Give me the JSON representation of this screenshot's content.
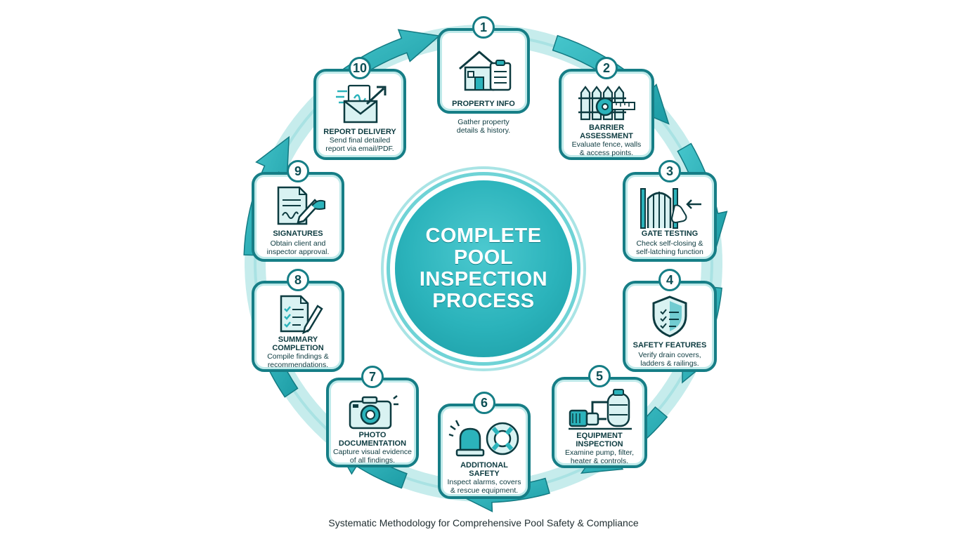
{
  "center": {
    "title": "COMPLETE\nPOOL\nINSPECTION\nPROCESS"
  },
  "steps": [
    {
      "number": "1",
      "title": "PROPERTY INFO",
      "description": "Gather property\ndetails & history.",
      "icon": "house-clipboard-icon"
    },
    {
      "number": "2",
      "title": "BARRIER\nASSESSMENT",
      "description": "Evaluate fence, walls\n& access points.",
      "icon": "fence-tape-measure-icon"
    },
    {
      "number": "3",
      "title": "GATE TESTING",
      "description": "Check self-closing &\nself-latching function",
      "icon": "gate-latch-icon"
    },
    {
      "number": "4",
      "title": "SAFETY FEATURES",
      "description": "Verify drain covers,\nladders & railings.",
      "icon": "shield-checklist-icon"
    },
    {
      "number": "5",
      "title": "EQUIPMENT\nINSPECTION",
      "description": "Examine pump, filter,\nheater & controls.",
      "icon": "pool-pump-filter-icon"
    },
    {
      "number": "6",
      "title": "ADDITIONAL\nSAFETY",
      "description": "Inspect alarms, covers\n& rescue equipment.",
      "icon": "alarm-lifebuoy-icon"
    },
    {
      "number": "7",
      "title": "PHOTO\nDOCUMENTATION",
      "description": "Capture visual evidence\nof all findings.",
      "icon": "camera-icon"
    },
    {
      "number": "8",
      "title": "SUMMARY\nCOMPLETION",
      "description": "Compile findings &\nrecommendations.",
      "icon": "checklist-pen-icon"
    },
    {
      "number": "9",
      "title": "SIGNATURES",
      "description": "Obtain client and\ninspector approval.",
      "icon": "document-signature-icon"
    },
    {
      "number": "10",
      "title": "REPORT DELIVERY",
      "description": "Send final detailed\nreport via email/PDF.",
      "icon": "email-pdf-icon"
    }
  ],
  "caption": "Systematic Methodology for Comprehensive Pool Safety & Compliance",
  "colors": {
    "accent": "#2bb3bb",
    "border": "#167e86",
    "text": "#0d3b40",
    "ring": "#bfe9ea"
  }
}
